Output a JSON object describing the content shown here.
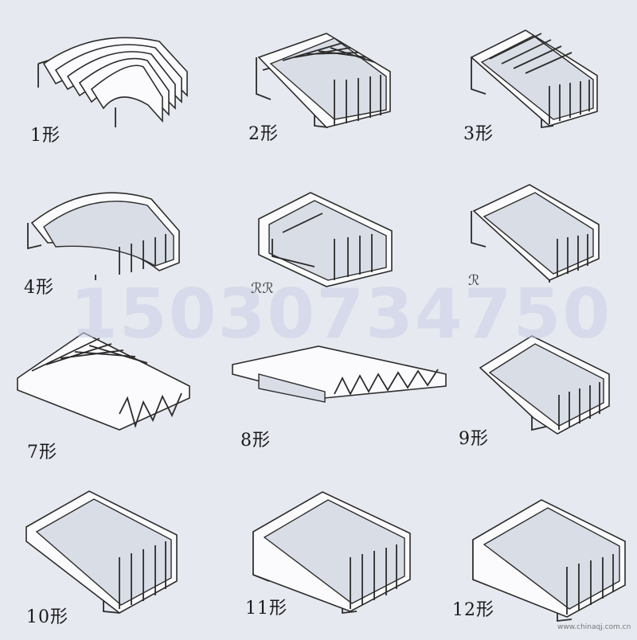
{
  "watermark": "15030734750",
  "site": "www.chinaqj.com.cn",
  "marks": {
    "a": "ℛℛ",
    "b": "ℛ"
  },
  "items": [
    {
      "label": "1形"
    },
    {
      "label": "2形"
    },
    {
      "label": "3形"
    },
    {
      "label": "4形"
    },
    {
      "label": ""
    },
    {
      "label": ""
    },
    {
      "label": "7形"
    },
    {
      "label": "8形"
    },
    {
      "label": "9形"
    },
    {
      "label": "10形"
    },
    {
      "label": "11形"
    },
    {
      "label": "12形"
    }
  ]
}
